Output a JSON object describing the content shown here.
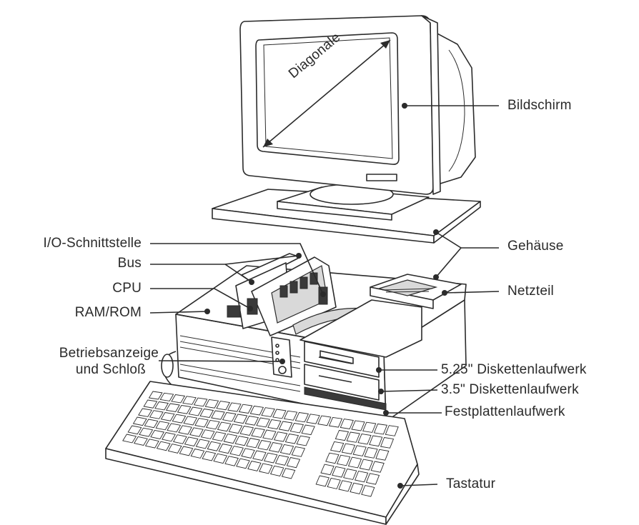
{
  "labels": {
    "diagonal": "Diagonale",
    "screen": "Bildschirm",
    "io": "I/O-Schnittstelle",
    "bus": "Bus",
    "cpu": "CPU",
    "ramrom": "RAM/ROM",
    "status_line1": "Betriebsanzeige",
    "status_line2": "und Schloß",
    "case": "Gehäuse",
    "psu": "Netzteil",
    "floppy525": "5.25\" Diskettenlaufwerk",
    "floppy35": "3.5\" Diskettenlaufwerk",
    "hdd": "Festplattenlaufwerk",
    "keyboard": "Tastatur"
  },
  "colors": {
    "line": "#2b2b2b",
    "text": "#2a2a2a",
    "shade": "#d9d9d9"
  }
}
